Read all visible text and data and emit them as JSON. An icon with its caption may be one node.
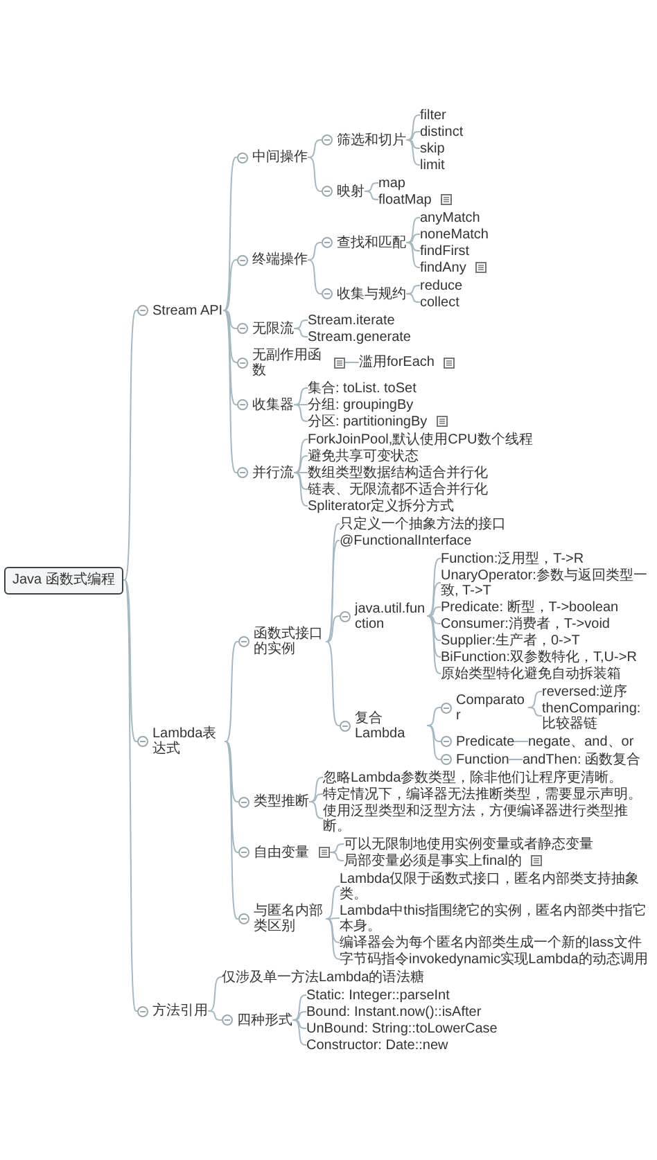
{
  "diagram": {
    "nodes": [
      {
        "text": [
          "Java 函数式编程"
        ]
      },
      {
        "text": [
          "Stream API"
        ]
      },
      {
        "text": [
          "中间操作"
        ]
      },
      {
        "text": [
          "筛选和切片"
        ]
      },
      {
        "text": [
          "filter"
        ]
      },
      {
        "text": [
          "distinct"
        ]
      },
      {
        "text": [
          "skip"
        ]
      },
      {
        "text": [
          "limit"
        ]
      },
      {
        "text": [
          "映射"
        ]
      },
      {
        "text": [
          "map"
        ]
      },
      {
        "text": [
          "floatMap"
        ]
      },
      {
        "text": [
          "终端操作"
        ]
      },
      {
        "text": [
          "查找和匹配"
        ]
      },
      {
        "text": [
          "anyMatch"
        ]
      },
      {
        "text": [
          "noneMatch"
        ]
      },
      {
        "text": [
          "findFirst"
        ]
      },
      {
        "text": [
          "findAny"
        ]
      },
      {
        "text": [
          "收集与规约"
        ]
      },
      {
        "text": [
          "reduce"
        ]
      },
      {
        "text": [
          "collect"
        ]
      },
      {
        "text": [
          "无限流"
        ]
      },
      {
        "text": [
          "Stream.iterate"
        ]
      },
      {
        "text": [
          "Stream.generate"
        ]
      },
      {
        "text": [
          "无副作用函数"
        ]
      },
      {
        "text": [
          "滥用forEach"
        ]
      },
      {
        "text": [
          "收集器"
        ]
      },
      {
        "text": [
          "集合: toList. toSet"
        ]
      },
      {
        "text": [
          "分组: groupingBy"
        ]
      },
      {
        "text": [
          "分区: partitioningBy"
        ]
      },
      {
        "text": [
          "并行流"
        ]
      },
      {
        "text": [
          "ForkJoinPool,默认使用CPU数个线程"
        ]
      },
      {
        "text": [
          "避免共享可变状态"
        ]
      },
      {
        "text": [
          "数组类型数据结构适合并行化"
        ]
      },
      {
        "text": [
          "链表、无限流都不适合并行化"
        ]
      },
      {
        "text": [
          "Spliterator定义拆分方式"
        ]
      },
      {
        "text": [
          "Lambda表达式"
        ]
      },
      {
        "text": [
          "函数式接口的实例"
        ]
      },
      {
        "text": [
          "只定义一个抽象方法的接口"
        ]
      },
      {
        "text": [
          "@FunctionalInterface"
        ]
      },
      {
        "text": [
          "java.util.function"
        ]
      },
      {
        "text": [
          "Function:泛用型，T->R"
        ]
      },
      {
        "text": [
          "UnaryOperator:参数与返回类型一致, T->T"
        ]
      },
      {
        "text": [
          "Predicate: 断型，T->boolean"
        ]
      },
      {
        "text": [
          "Consumer:消费者，T->void"
        ]
      },
      {
        "text": [
          "Supplier:生产者，0->T"
        ]
      },
      {
        "text": [
          "BiFunction:双参数特化，T,U->R"
        ]
      },
      {
        "text": [
          "原始类型特化避免自动拆装箱"
        ]
      },
      {
        "text": [
          "复合Lambda"
        ]
      },
      {
        "text": [
          "Comparator"
        ]
      },
      {
        "text": [
          "reversed:逆序"
        ]
      },
      {
        "text": [
          "thenComparing:比较器链"
        ]
      },
      {
        "text": [
          "Predicate"
        ]
      },
      {
        "text": [
          "negate、and、or"
        ]
      },
      {
        "text": [
          "Function"
        ]
      },
      {
        "text": [
          "andThen: 函数复合"
        ]
      },
      {
        "text": [
          "类型推断"
        ]
      },
      {
        "text": [
          "忽略Lambda参数类型，除非他们让程序更清晰。"
        ]
      },
      {
        "text": [
          "特定情况下，编译器无法推断类型，需要显示声明。"
        ]
      },
      {
        "text": [
          "使用泛型类型和泛型方法，方便编译器进行类型推断。"
        ]
      },
      {
        "text": [
          "自由变量"
        ]
      },
      {
        "text": [
          "可以无限制地使用实例变量或者静态变量"
        ]
      },
      {
        "text": [
          "局部变量必须是事实上final的"
        ]
      },
      {
        "text": [
          "与匿名内部类区别"
        ]
      },
      {
        "text": [
          "Lambda仅限于函数式接口，匿名内部类支持抽象类。"
        ]
      },
      {
        "text": [
          "Lambda中this指围绕它的实例，匿名内部类中指它本身。"
        ]
      },
      {
        "text": [
          "编译器会为每个匿名内部类生成一个新的lass文件"
        ]
      },
      {
        "text": [
          "字节码指令invokedynamic实现Lambda的动态调用"
        ]
      },
      {
        "text": [
          "方法引用"
        ]
      },
      {
        "text": [
          "仅涉及单一方法Lambda的语法糖"
        ]
      },
      {
        "text": [
          "四种形式"
        ]
      },
      {
        "text": [
          "Static: Integer::parseInt"
        ]
      },
      {
        "text": [
          "Bound: Instant.now()::isAfter"
        ]
      },
      {
        "text": [
          "UnBound: String::toLowerCase"
        ]
      },
      {
        "text": [
          "Constructor: Date::new"
        ]
      }
    ],
    "edges": [
      {
        "from": 0,
        "to": 1,
        "arrow": "none"
      },
      {
        "from": 0,
        "to": 35,
        "arrow": "none"
      },
      {
        "from": 0,
        "to": 67,
        "arrow": "none"
      },
      {
        "from": 1,
        "to": 2,
        "arrow": "none"
      },
      {
        "from": 1,
        "to": 11,
        "arrow": "none"
      },
      {
        "from": 1,
        "to": 20,
        "arrow": "none"
      },
      {
        "from": 1,
        "to": 23,
        "arrow": "none"
      },
      {
        "from": 1,
        "to": 25,
        "arrow": "none"
      },
      {
        "from": 1,
        "to": 29,
        "arrow": "none"
      },
      {
        "from": 2,
        "to": 3,
        "arrow": "none"
      },
      {
        "from": 2,
        "to": 8,
        "arrow": "none"
      },
      {
        "from": 3,
        "to": 4,
        "arrow": "none"
      },
      {
        "from": 3,
        "to": 5,
        "arrow": "none"
      },
      {
        "from": 3,
        "to": 6,
        "arrow": "none"
      },
      {
        "from": 3,
        "to": 7,
        "arrow": "none"
      },
      {
        "from": 8,
        "to": 9,
        "arrow": "none"
      },
      {
        "from": 8,
        "to": 10,
        "arrow": "none"
      },
      {
        "from": 11,
        "to": 12,
        "arrow": "none"
      },
      {
        "from": 11,
        "to": 17,
        "arrow": "none"
      },
      {
        "from": 12,
        "to": 13,
        "arrow": "none"
      },
      {
        "from": 12,
        "to": 14,
        "arrow": "none"
      },
      {
        "from": 12,
        "to": 15,
        "arrow": "none"
      },
      {
        "from": 12,
        "to": 16,
        "arrow": "none"
      },
      {
        "from": 17,
        "to": 18,
        "arrow": "none"
      },
      {
        "from": 17,
        "to": 19,
        "arrow": "none"
      },
      {
        "from": 20,
        "to": 21,
        "arrow": "none"
      },
      {
        "from": 20,
        "to": 22,
        "arrow": "none"
      },
      {
        "from": 23,
        "to": 24,
        "arrow": "none"
      },
      {
        "from": 25,
        "to": 26,
        "arrow": "none"
      },
      {
        "from": 25,
        "to": 27,
        "arrow": "none"
      },
      {
        "from": 25,
        "to": 28,
        "arrow": "none"
      },
      {
        "from": 29,
        "to": 30,
        "arrow": "none"
      },
      {
        "from": 29,
        "to": 31,
        "arrow": "none"
      },
      {
        "from": 29,
        "to": 32,
        "arrow": "none"
      },
      {
        "from": 29,
        "to": 33,
        "arrow": "none"
      },
      {
        "from": 29,
        "to": 34,
        "arrow": "none"
      },
      {
        "from": 35,
        "to": 36,
        "arrow": "none"
      },
      {
        "from": 35,
        "to": 55,
        "arrow": "none"
      },
      {
        "from": 35,
        "to": 59,
        "arrow": "none"
      },
      {
        "from": 35,
        "to": 62,
        "arrow": "none"
      },
      {
        "from": 36,
        "to": 37,
        "arrow": "none"
      },
      {
        "from": 36,
        "to": 38,
        "arrow": "none"
      },
      {
        "from": 36,
        "to": 39,
        "arrow": "none"
      },
      {
        "from": 36,
        "to": 47,
        "arrow": "none"
      },
      {
        "from": 39,
        "to": 40,
        "arrow": "none"
      },
      {
        "from": 39,
        "to": 41,
        "arrow": "none"
      },
      {
        "from": 39,
        "to": 42,
        "arrow": "none"
      },
      {
        "from": 39,
        "to": 43,
        "arrow": "none"
      },
      {
        "from": 39,
        "to": 44,
        "arrow": "none"
      },
      {
        "from": 39,
        "to": 45,
        "arrow": "none"
      },
      {
        "from": 39,
        "to": 46,
        "arrow": "none"
      },
      {
        "from": 47,
        "to": 48,
        "arrow": "none"
      },
      {
        "from": 47,
        "to": 51,
        "arrow": "none"
      },
      {
        "from": 47,
        "to": 53,
        "arrow": "none"
      },
      {
        "from": 48,
        "to": 49,
        "arrow": "none"
      },
      {
        "from": 48,
        "to": 50,
        "arrow": "none"
      },
      {
        "from": 51,
        "to": 52,
        "arrow": "none"
      },
      {
        "from": 53,
        "to": 54,
        "arrow": "none"
      },
      {
        "from": 55,
        "to": 56,
        "arrow": "none"
      },
      {
        "from": 55,
        "to": 57,
        "arrow": "none"
      },
      {
        "from": 55,
        "to": 58,
        "arrow": "none"
      },
      {
        "from": 59,
        "to": 60,
        "arrow": "none"
      },
      {
        "from": 59,
        "to": 61,
        "arrow": "none"
      },
      {
        "from": 62,
        "to": 63,
        "arrow": "none"
      },
      {
        "from": 62,
        "to": 64,
        "arrow": "none"
      },
      {
        "from": 62,
        "to": 65,
        "arrow": "none"
      },
      {
        "from": 62,
        "to": 66,
        "arrow": "none"
      },
      {
        "from": 67,
        "to": 68,
        "arrow": "none"
      },
      {
        "from": 67,
        "to": 69,
        "arrow": "none"
      },
      {
        "from": 69,
        "to": 70,
        "arrow": "none"
      },
      {
        "from": 69,
        "to": 71,
        "arrow": "none"
      },
      {
        "from": 69,
        "to": 72,
        "arrow": "none"
      },
      {
        "from": 69,
        "to": 73,
        "arrow": "none"
      }
    ]
  }
}
